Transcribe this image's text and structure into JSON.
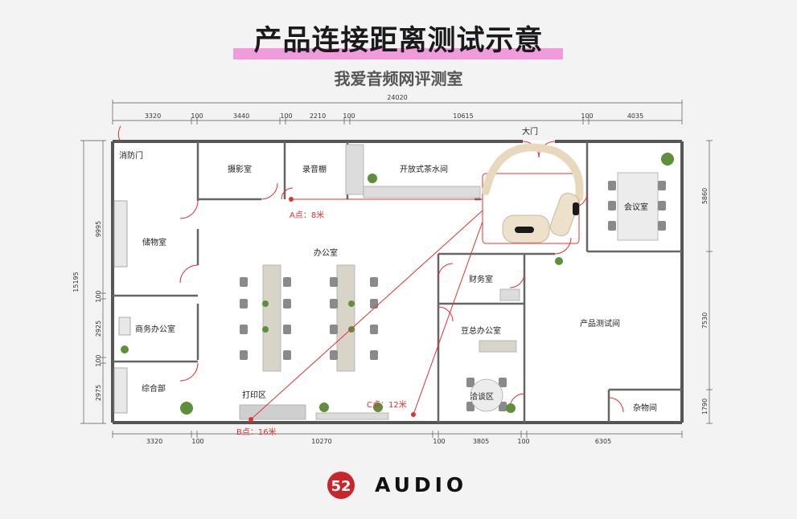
{
  "title": "产品连接距离测试示意",
  "subtitle": "我爱音频网评测室",
  "brand": {
    "logo_number": "52",
    "name": "AUDIO",
    "accent": "#c9262c"
  },
  "dimensions": {
    "top_total": "24020",
    "top": [
      "3320",
      "100",
      "3440",
      "100",
      "2210",
      "100",
      "10615",
      "100",
      "4035"
    ],
    "bottom": [
      "3320",
      "100",
      "10270",
      "100",
      "3805",
      "100",
      "6305"
    ],
    "left_total": "15195",
    "left": [
      "9995",
      "100",
      "2925",
      "100",
      "2975"
    ],
    "right": [
      "5860",
      "7530",
      "1790"
    ]
  },
  "rooms": {
    "fire_door": "消防门",
    "photo": "摄影室",
    "recording": "录音棚",
    "tea": "开放式茶水间",
    "main_door": "大门",
    "meeting": "会议室",
    "storage": "储物室",
    "office": "办公室",
    "finance": "财务室",
    "business": "商务办公室",
    "test": "产品测试间",
    "boss": "豆总办公室",
    "general": "综合部",
    "print": "打印区",
    "talk": "洽谈区",
    "sundry": "杂物间"
  },
  "points": {
    "a": "A点：8米",
    "b": "B点：16米",
    "c": "C点：12米"
  },
  "colors": {
    "marker": "#e53030",
    "title_highlight": "#f08bd8",
    "wall": "#555555"
  },
  "icons": [
    "headphone-icon",
    "plant-icon",
    "chair-icon",
    "table-icon",
    "door-icon"
  ]
}
